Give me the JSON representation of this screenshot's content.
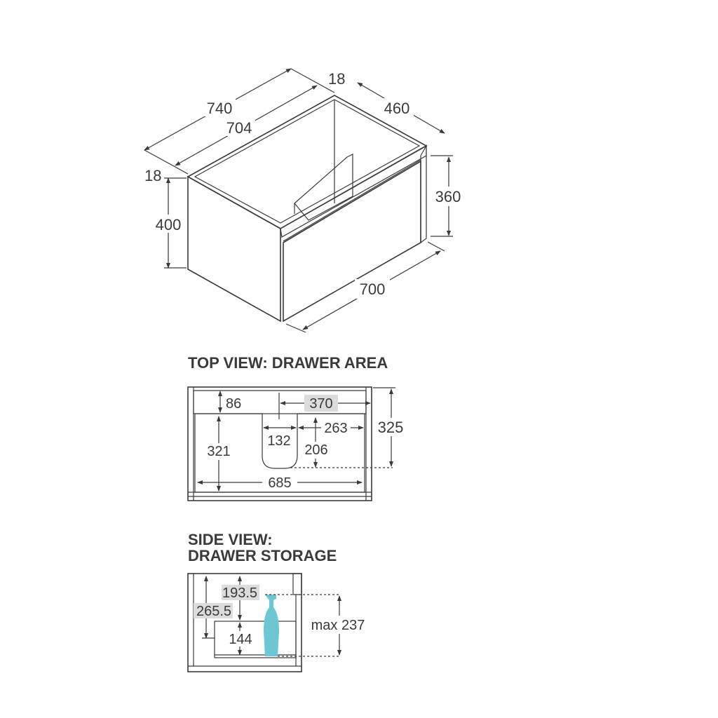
{
  "iso_view": {
    "dimensions": {
      "overall_width": "740",
      "inner_width": "704",
      "side_thickness_top": "18",
      "side_thickness_left": "18",
      "depth": "460",
      "height": "400",
      "drawer_height": "360",
      "drawer_width": "700"
    }
  },
  "top_view": {
    "heading": "TOP VIEW: DRAWER AREA",
    "dimensions": {
      "back_gap": "86",
      "offset_right": "370",
      "cutout_right": "263",
      "depth_total": "325",
      "cutout_width": "132",
      "drawer_depth": "321",
      "cutout_depth": "206",
      "drawer_inner_width": "685"
    }
  },
  "side_view": {
    "heading_line1": "SIDE VIEW:",
    "heading_line2": "DRAWER STORAGE",
    "dimensions": {
      "upper_clearance": "193.5",
      "total_clearance": "265.5",
      "tray_height": "144",
      "max_item_height": "max 237"
    },
    "bottle_color": "#6cc7d3"
  },
  "colors": {
    "line": "#3a3a3a",
    "shade": "#dcdcdc"
  }
}
